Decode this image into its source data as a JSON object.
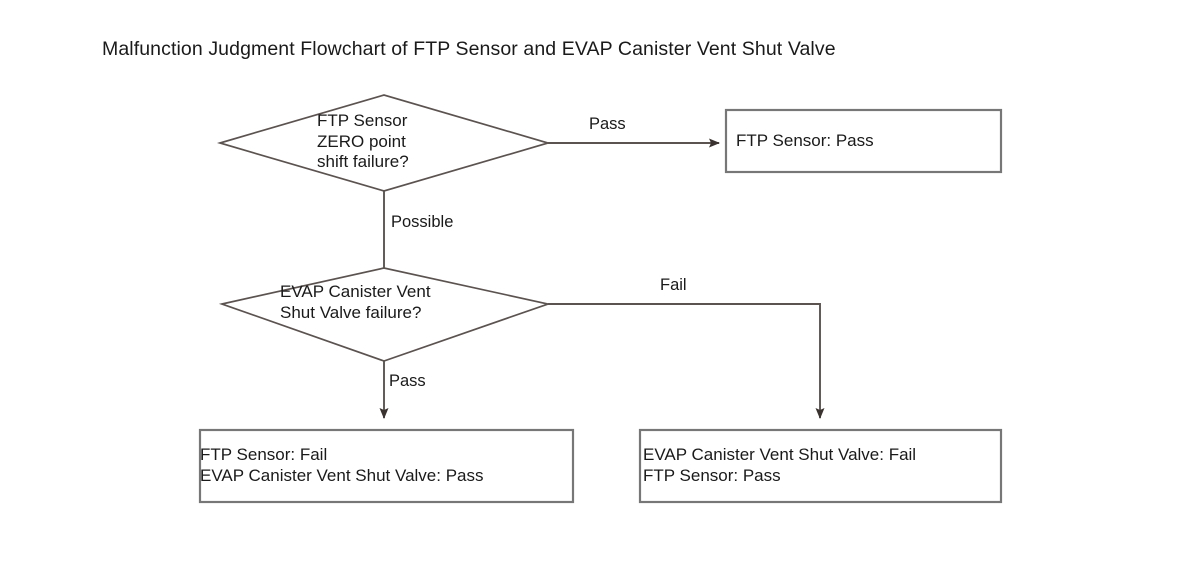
{
  "diagram": {
    "title": "Malfunction Judgment Flowchart of FTP Sensor and EVAP Canister Vent Shut Valve",
    "type": "flowchart",
    "colors": {
      "background": "#ffffff",
      "text": "#1a1a1a",
      "connector_line": "#5b5350",
      "box_border": "#777777",
      "diamond_border": "#5b5350"
    },
    "nodes": [
      {
        "id": "decision-ftp-sensor",
        "shape": "diamond",
        "text": "FTP Sensor\nZERO point\nshift failure?"
      },
      {
        "id": "decision-evap-valve",
        "shape": "diamond",
        "text": "EVAP Canister Vent\nShut Valve failure?"
      },
      {
        "id": "result-ftp-pass",
        "shape": "rectangle",
        "text": "FTP Sensor: Pass"
      },
      {
        "id": "result-ftp-fail-evap-pass",
        "shape": "rectangle",
        "text": "FTP Sensor: Fail\nEVAP Canister Vent Shut Valve: Pass"
      },
      {
        "id": "result-evap-fail-ftp-pass",
        "shape": "rectangle",
        "text": "EVAP Canister Vent Shut Valve: Fail\nFTP Sensor: Pass"
      }
    ],
    "edges": [
      {
        "id": "edge-ftp-pass",
        "label": "Pass",
        "from": "decision-ftp-sensor",
        "to": "result-ftp-pass"
      },
      {
        "id": "edge-ftp-possible",
        "label": "Possible",
        "from": "decision-ftp-sensor",
        "to": "decision-evap-valve"
      },
      {
        "id": "edge-evap-fail",
        "label": "Fail",
        "from": "decision-evap-valve",
        "to": "result-evap-fail-ftp-pass"
      },
      {
        "id": "edge-evap-pass",
        "label": "Pass",
        "from": "decision-evap-valve",
        "to": "result-ftp-fail-evap-pass"
      }
    ]
  }
}
